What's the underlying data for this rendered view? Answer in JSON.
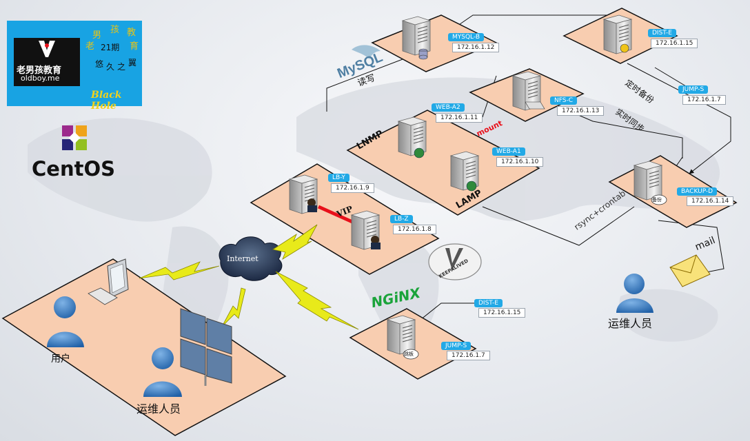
{
  "logo": {
    "brand_cn": "老男孩教育",
    "brand_url": "oldboy.me",
    "slogan_chars": [
      "男",
      "孩",
      "教",
      "老",
      "21期",
      "育",
      "悠",
      "久",
      "之",
      "翼"
    ],
    "black_hole": "Black Hole"
  },
  "centos_label": "CentOS",
  "zones": {
    "lnmp": "LNMP",
    "lamp": "LAMP",
    "vip": "VIP",
    "mount": "mount",
    "nginx": "NGiNX",
    "keepalived": "KEEPALIVED",
    "mysql": "MySQL",
    "internet": "Internet"
  },
  "servers": [
    {
      "name": "MYSQL-B",
      "ip": "172.16.1.12"
    },
    {
      "name": "DIST-E",
      "ip": "172.16.1.15"
    },
    {
      "name": "JUMP-S",
      "ip": "172.16.1.7"
    },
    {
      "name": "WEB-A2",
      "ip": "172.16.1.11"
    },
    {
      "name": "NFS-C",
      "ip": "172.16.1.13"
    },
    {
      "name": "WEB-A1",
      "ip": "172.16.1.10"
    },
    {
      "name": "LB-Y",
      "ip": "172.16.1.9"
    },
    {
      "name": "LB-Z",
      "ip": "172.16.1.8"
    },
    {
      "name": "BACKUP-D",
      "ip": "172.16.1.14"
    },
    {
      "name": "DIST-E",
      "ip": "172.16.1.15"
    },
    {
      "name": "JUMP-S",
      "ip": "172.16.1.7"
    }
  ],
  "edge_labels": {
    "read_write": "读写",
    "scheduled_backup": "定时备份",
    "realtime_sync": "实时同步",
    "rsync_crontab": "rsync+crontab",
    "mail": "mail"
  },
  "badges": {
    "backup": "备份",
    "jump": "跳板"
  },
  "people": {
    "user": "用户",
    "ops_left": "运维人员",
    "ops_right": "运维人员"
  },
  "colors": {
    "platform_fill": "#f8cdb0",
    "platform_stroke": "#111111",
    "tag_blue": "#22a9e6",
    "person_blue": "#2f7cc4",
    "lightning": "#e8ea1a",
    "vip_line": "#e8101a",
    "nginx_green": "#1aa33a"
  }
}
